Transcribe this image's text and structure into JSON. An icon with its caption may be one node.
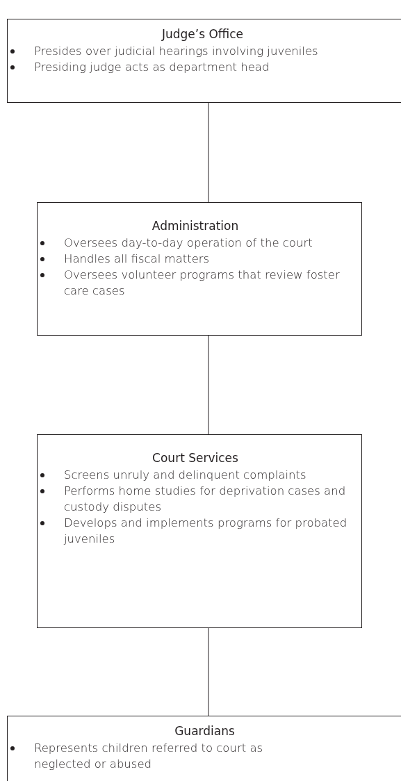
{
  "diagram": {
    "nodes": [
      {
        "text": [
          "Judge’s Office",
          "Presides over judicial hearings involving juveniles",
          "Presiding judge acts as department head"
        ]
      },
      {
        "text": [
          "Administration",
          "Oversees day-to-day operation of the court",
          "Handles all fiscal matters",
          "Oversees volunteer programs that review foster care cases"
        ]
      },
      {
        "text": [
          "Court Services",
          "Screens unruly and delinquent complaints",
          "Performs home studies for deprivation cases and custody disputes",
          "Develops and implements programs for probated juveniles"
        ]
      },
      {
        "text": [
          "Guardians",
          "Represents children referred to court as neglected or abused"
        ]
      }
    ],
    "edges": [
      {
        "from": 0,
        "to": 1,
        "arrow": "none"
      },
      {
        "from": 1,
        "to": 2,
        "arrow": "none"
      },
      {
        "from": 2,
        "to": 3,
        "arrow": "none"
      }
    ]
  }
}
